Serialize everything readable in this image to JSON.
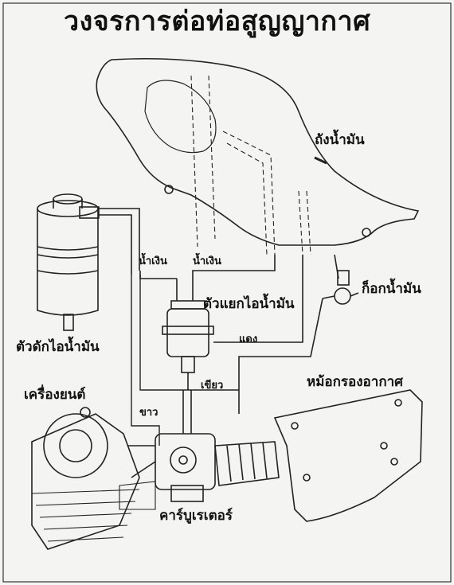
{
  "title": "วงจรการต่อท่อสูญญากาศ",
  "labels": {
    "fuel_tank": "ถังน้ำมัน",
    "canister": "ตัวดักไอน้ำมัน",
    "blue_left": "น้ำเงิน",
    "blue_right": "น้ำเงิน",
    "separator": "ตัวแยกไอน้ำมัน",
    "fuel_cock": "ก็อกน้ำมัน",
    "red": "แดง",
    "green": "เขียว",
    "white": "ขาว",
    "engine": "เครื่องยนต์",
    "air_filter": "หม้อกรองอากาศ",
    "carburetor": "คาร์บูเรเตอร์"
  }
}
